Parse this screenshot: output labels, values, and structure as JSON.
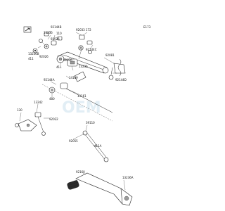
{
  "diagram": {
    "page_code": "E173",
    "watermark": "OEM",
    "callouts": [
      {
        "id": "c-92144b",
        "text": "92144B"
      },
      {
        "id": "c-132ab",
        "text": "13236"
      },
      {
        "id": "c-110",
        "text": "110"
      },
      {
        "id": "c-92033",
        "text": "92033"
      },
      {
        "id": "c-172",
        "text": "172"
      },
      {
        "id": "c-92026a",
        "text": "92026"
      },
      {
        "id": "c-92144c",
        "text": "92144C"
      },
      {
        "id": "c-13236b",
        "text": "13236B"
      },
      {
        "id": "c-411a",
        "text": "411"
      },
      {
        "id": "c-92026b",
        "text": "92026"
      },
      {
        "id": "c-92081",
        "text": "92081"
      },
      {
        "id": "c-92026c",
        "text": "92026"
      },
      {
        "id": "c-411b",
        "text": "411"
      },
      {
        "id": "c-13236c",
        "text": "13236"
      },
      {
        "id": "c-92144d",
        "text": "92144D"
      },
      {
        "id": "c-14169",
        "text": "14169"
      },
      {
        "id": "c-92144a",
        "text": "92144A"
      },
      {
        "id": "c-480",
        "text": "480"
      },
      {
        "id": "c-13161",
        "text": "13161"
      },
      {
        "id": "c-13242",
        "text": "13242"
      },
      {
        "id": "c-130",
        "text": "130"
      },
      {
        "id": "c-92022",
        "text": "92022"
      },
      {
        "id": "c-39110",
        "text": "39110"
      },
      {
        "id": "c-92055",
        "text": "92055"
      },
      {
        "id": "c-411c",
        "text": "411A"
      },
      {
        "id": "c-92160",
        "text": "92160"
      },
      {
        "id": "c-13236a",
        "text": "13236A"
      }
    ]
  }
}
